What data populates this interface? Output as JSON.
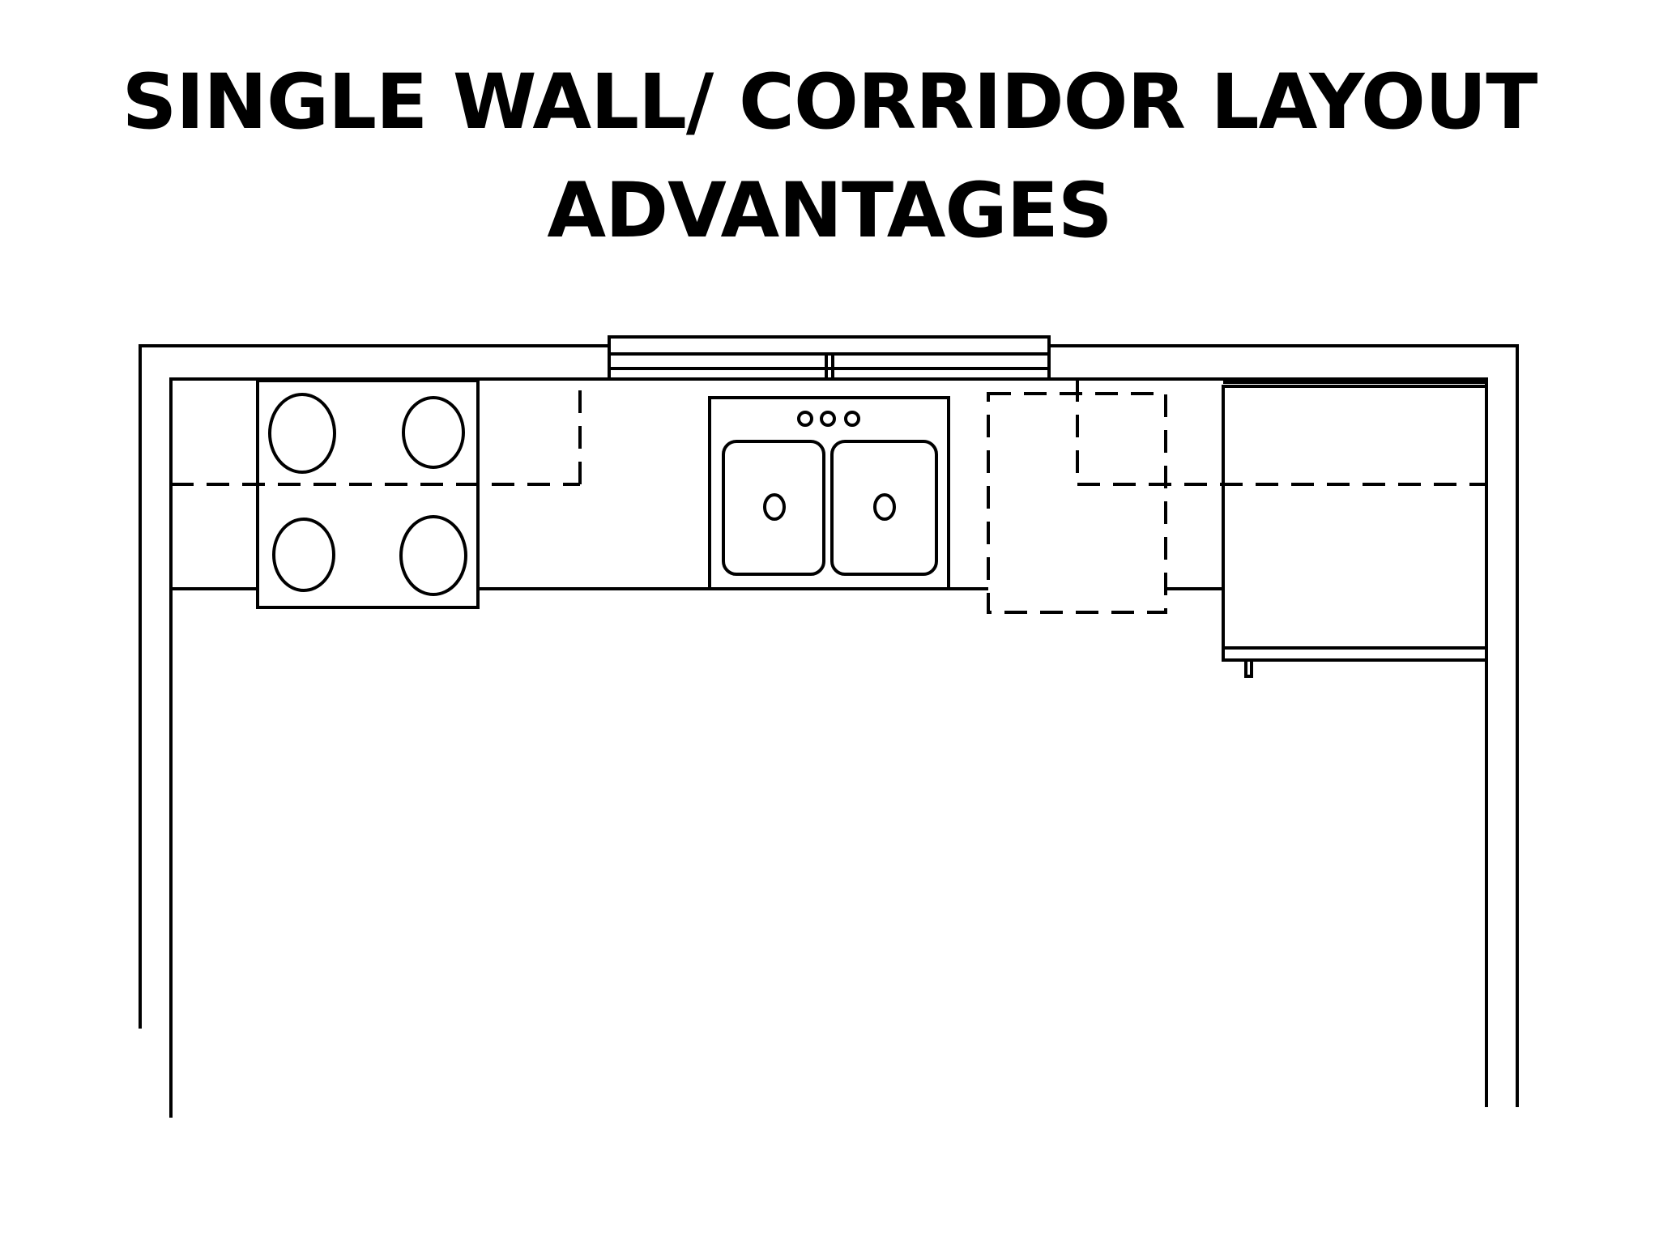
{
  "slide": {
    "title_line1": "SINGLE WALL/ CORRIDOR LAYOUT",
    "title_line2": "ADVANTAGES"
  },
  "diagram": {
    "fixtures": [
      "range-cooktop",
      "double-sink",
      "dishwasher",
      "refrigerator",
      "window"
    ],
    "stroke_color": "#000000",
    "background_color": "#ffffff"
  }
}
